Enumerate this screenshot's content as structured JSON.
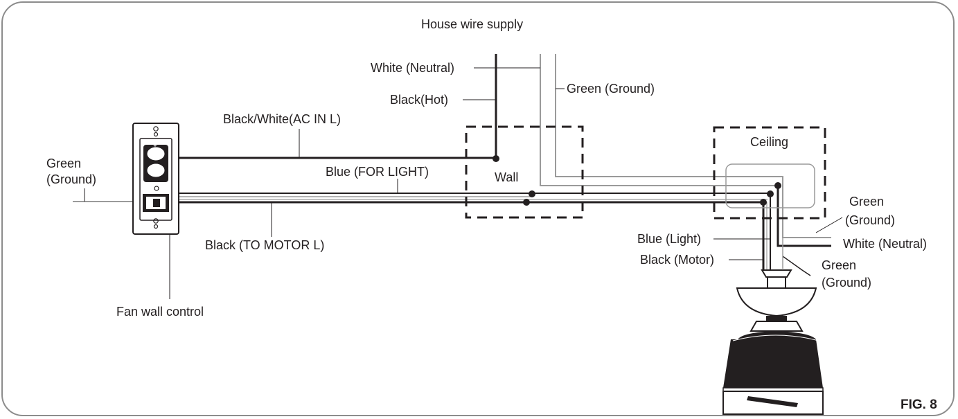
{
  "labels": {
    "house_wire_supply": "House wire supply",
    "white_neutral_supply": "White (Neutral)",
    "black_hot": "Black(Hot)",
    "green_ground_supply": "Green (Ground)",
    "black_white_ac_in": "Black/White(AC IN L)",
    "green_left_line1": "Green",
    "green_left_line2": "(Ground)",
    "blue_for_light": "Blue (FOR LIGHT)",
    "wall": "Wall",
    "ceiling": "Ceiling",
    "black_to_motor": "Black (TO MOTOR L)",
    "fan_wall_control": "Fan wall control",
    "green_ceiling_line1": "Green",
    "green_ceiling_line2": "(Ground)",
    "white_neutral_ceiling": "White (Neutral)",
    "blue_light": "Blue (Light)",
    "black_motor": "Black (Motor)",
    "green_fan_line1": "Green",
    "green_fan_line2": "(Ground)",
    "fig_label": "FIG. 8"
  },
  "colors": {
    "black_wire": "#231f20",
    "grey_wire": "#9a9a9a",
    "border": "#8c8c8c"
  }
}
